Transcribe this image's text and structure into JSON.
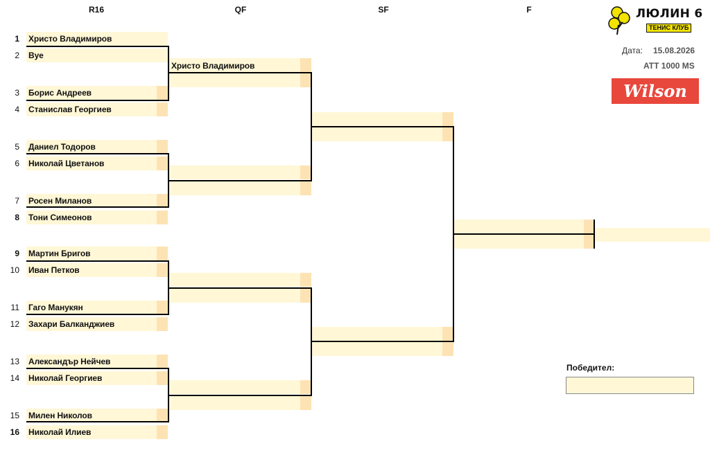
{
  "rounds": {
    "r16": "R16",
    "qf": "QF",
    "sf": "SF",
    "f": "F"
  },
  "players": [
    {
      "seed": "1",
      "name": "Христо Владимиров"
    },
    {
      "seed": "2",
      "name": "Bye"
    },
    {
      "seed": "3",
      "name": "Борис Андреев"
    },
    {
      "seed": "4",
      "name": "Станислав Георгиев"
    },
    {
      "seed": "5",
      "name": "Даниел Тодоров"
    },
    {
      "seed": "6",
      "name": "Николай Цветанов"
    },
    {
      "seed": "7",
      "name": "Росен Миланов"
    },
    {
      "seed": "8",
      "name": "Тони Симеонов"
    },
    {
      "seed": "9",
      "name": "Мартин Бригов"
    },
    {
      "seed": "10",
      "name": "Иван Петков"
    },
    {
      "seed": "11",
      "name": "Гаго Манукян"
    },
    {
      "seed": "12",
      "name": "Захари Балканджиев"
    },
    {
      "seed": "13",
      "name": "Александър Нейчев"
    },
    {
      "seed": "14",
      "name": "Николай Георгиев"
    },
    {
      "seed": "15",
      "name": "Милен Николов"
    },
    {
      "seed": "16",
      "name": "Николай Илиев"
    }
  ],
  "qf": [
    {
      "name": "Христо Владимиров"
    },
    {
      "name": ""
    },
    {
      "name": ""
    },
    {
      "name": ""
    },
    {
      "name": ""
    },
    {
      "name": ""
    },
    {
      "name": ""
    },
    {
      "name": ""
    }
  ],
  "club": {
    "name": "ЛЮЛИН 6",
    "subtitle": "ТЕНИС КЛУБ"
  },
  "date_label": "Дата:",
  "date_value": "15.08.2026",
  "tournament": "ATT 1000 MS",
  "sponsor": "Wilson",
  "winner_label": "Победител:",
  "winner_value": "",
  "colors": {
    "cell": "#fff7d6",
    "score": "#fde3b4",
    "sponsor": "#e8473c",
    "club_badge": "#f2e300"
  }
}
